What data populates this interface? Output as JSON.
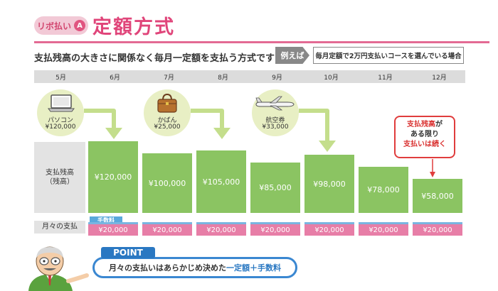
{
  "header": {
    "badge_label": "リボ払い",
    "badge_letter": "A",
    "title": "定額方式",
    "description": "支払残高の大きさに関係なく毎月一定額を支払う方式です",
    "example_tag": "例えば",
    "course_note": "毎月定額で2万円支払いコースを選んでいる場合"
  },
  "months": [
    "5月",
    "6月",
    "7月",
    "8月",
    "9月",
    "10月",
    "11月",
    "12月"
  ],
  "row_labels": {
    "balance_line1": "支払残高",
    "balance_line2": "（残高）",
    "monthly": "月々の支払"
  },
  "purchases": [
    {
      "name": "パソコン",
      "price": "¥120,000",
      "icon": "laptop-icon"
    },
    {
      "name": "かばん",
      "price": "¥25,000",
      "icon": "bag-icon"
    },
    {
      "name": "航空券",
      "price": "¥33,000",
      "icon": "airplane-icon"
    }
  ],
  "balances": {
    "labels": [
      "¥120,000",
      "¥100,000",
      "¥105,000",
      "¥85,000",
      "¥98,000",
      "¥78,000",
      "¥58,000"
    ],
    "values": [
      120000,
      100000,
      105000,
      85000,
      98000,
      78000,
      58000
    ]
  },
  "fee_tag": "手数料",
  "payments": [
    "¥20,000",
    "¥20,000",
    "¥20,000",
    "¥20,000",
    "¥20,000",
    "¥20,000",
    "¥20,000"
  ],
  "callout": {
    "line1": "支払残高",
    "line1_suffix": "が",
    "line2": "ある限り",
    "line3": "支払いは続く"
  },
  "point": {
    "tag": "POINT",
    "text_prefix": "月々の支払いはあらかじめ決めた",
    "text_highlight": "一定額＋手数料"
  },
  "colors": {
    "accent_pink": "#e0457a",
    "bar_green": "#8bc462",
    "fee_pink": "#e77ea7",
    "point_blue": "#2a78c2",
    "callout_red": "#d9302f"
  }
}
